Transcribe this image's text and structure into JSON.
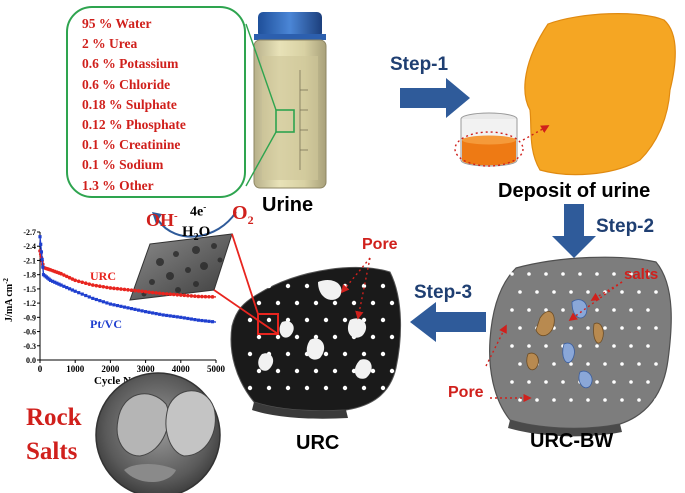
{
  "composition": [
    {
      "label": "95 % Water"
    },
    {
      "label": "2 % Urea"
    },
    {
      "label": "0.6 % Potassium"
    },
    {
      "label": "0.6 % Chloride"
    },
    {
      "label": "0.18 % Sulphate"
    },
    {
      "label": "0.12 % Phosphate"
    },
    {
      "label": "0.1 % Creatinine"
    },
    {
      "label": "0.1 % Sodium"
    },
    {
      "label": "1.3  % Other"
    }
  ],
  "labels": {
    "urine": "Urine",
    "step1": "Step-1",
    "deposit": "Deposit of urine",
    "step2": "Step-2",
    "step3": "Step-3",
    "salts": "salts",
    "pore_left": "Pore",
    "pore_right": "Pore",
    "urc_bottom": "URC",
    "urc_bw": "URC-BW",
    "rock": "Rock",
    "salts_big": "Salts"
  },
  "reaction": {
    "oh_main": "OH",
    "oh_sup": "-",
    "e_main": "4e",
    "e_sup": "-",
    "o_main": "O",
    "o_sub": "2",
    "h_main": "H",
    "h_sub": "2",
    "h_tail": "O"
  },
  "colors": {
    "red": "#d0201c",
    "blue_arrow": "#2f5b9a",
    "orange": "#f5a623",
    "green_border": "#2ea44f",
    "urc_series": "#e8251f",
    "ptvc_series": "#1f3fcf"
  },
  "chart_data": {
    "type": "line",
    "xlabel": "Cycle Number",
    "ylabel": "J/mA cm-2",
    "x_ticks": [
      0,
      1000,
      2000,
      3000,
      4000,
      5000
    ],
    "y_ticks": [
      -2.7,
      -2.4,
      -2.1,
      -1.8,
      -1.5,
      -1.2,
      -0.9,
      -0.6,
      -0.3,
      0.0
    ],
    "xlim": [
      0,
      5000
    ],
    "ylim": [
      -2.7,
      0.0
    ],
    "series": [
      {
        "name": "URC",
        "color": "#e8251f",
        "x": [
          0,
          100,
          300,
          600,
          1000,
          1500,
          2000,
          2500,
          3000,
          3500,
          4000,
          4500,
          5000
        ],
        "y": [
          -2.3,
          -1.95,
          -1.9,
          -1.82,
          -1.68,
          -1.58,
          -1.52,
          -1.48,
          -1.44,
          -1.4,
          -1.37,
          -1.34,
          -1.33
        ]
      },
      {
        "name": "Pt/VC",
        "color": "#1f3fcf",
        "x": [
          0,
          100,
          300,
          600,
          1000,
          1500,
          2000,
          2500,
          3000,
          3500,
          4000,
          4500,
          5000
        ],
        "y": [
          -2.6,
          -1.8,
          -1.68,
          -1.58,
          -1.45,
          -1.3,
          -1.18,
          -1.1,
          -1.02,
          -0.95,
          -0.9,
          -0.84,
          -0.8
        ]
      }
    ]
  }
}
